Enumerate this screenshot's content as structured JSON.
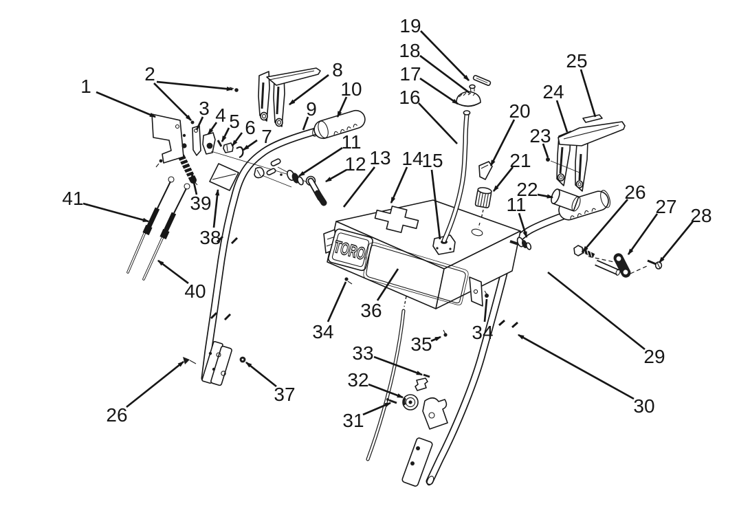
{
  "figure": {
    "brand": "TORO",
    "registered_mark": "®"
  },
  "callouts": [
    {
      "n": "1"
    },
    {
      "n": "2"
    },
    {
      "n": "3"
    },
    {
      "n": "4"
    },
    {
      "n": "5"
    },
    {
      "n": "6"
    },
    {
      "n": "7"
    },
    {
      "n": "8"
    },
    {
      "n": "9"
    },
    {
      "n": "10"
    },
    {
      "n": "11"
    },
    {
      "n": "11"
    },
    {
      "n": "12"
    },
    {
      "n": "13"
    },
    {
      "n": "14"
    },
    {
      "n": "15"
    },
    {
      "n": "16"
    },
    {
      "n": "17"
    },
    {
      "n": "18"
    },
    {
      "n": "19"
    },
    {
      "n": "20"
    },
    {
      "n": "21"
    },
    {
      "n": "22"
    },
    {
      "n": "23"
    },
    {
      "n": "24"
    },
    {
      "n": "25"
    },
    {
      "n": "26"
    },
    {
      "n": "26"
    },
    {
      "n": "27"
    },
    {
      "n": "28"
    },
    {
      "n": "29"
    },
    {
      "n": "30"
    },
    {
      "n": "31"
    },
    {
      "n": "32"
    },
    {
      "n": "33"
    },
    {
      "n": "34"
    },
    {
      "n": "34"
    },
    {
      "n": "35"
    },
    {
      "n": "36"
    },
    {
      "n": "37"
    },
    {
      "n": "38"
    },
    {
      "n": "39"
    },
    {
      "n": "40"
    },
    {
      "n": "41"
    }
  ]
}
